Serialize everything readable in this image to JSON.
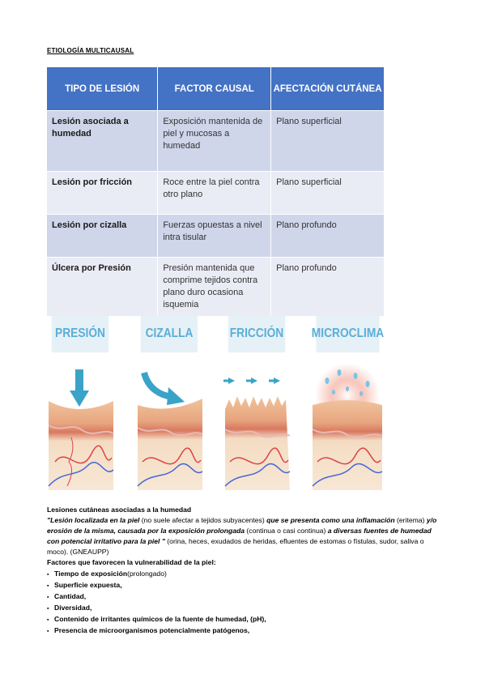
{
  "heading": "ETIOLOGÍA MULTICAUSAL",
  "table": {
    "headers": [
      "TIPO DE LESIÓN",
      "FACTOR CAUSAL",
      "AFECTACIÓN CUTÁNEA"
    ],
    "rows": [
      [
        "Lesión asociada a humedad",
        "Exposición  mantenida de piel y mucosas a humedad",
        "Plano superficial"
      ],
      [
        "Lesión por fricción",
        "Roce entre la piel contra otro plano",
        "Plano superficial"
      ],
      [
        "Lesión por cizalla",
        "Fuerzas opuestas a nivel intra tisular",
        "Plano profundo"
      ],
      [
        "Úlcera por Presión",
        "Presión mantenida que comprime tejidos contra plano duro ocasiona isquemia",
        "Plano profundo"
      ]
    ]
  },
  "illustration_labels": [
    "PRESIÓN",
    "CIZALLA",
    "FRICCIÓN",
    "MICROCLIMA"
  ],
  "colors": {
    "table_header": "#4472c4",
    "row_dark": "#cfd6ea",
    "row_light": "#e9ecf5",
    "label_bg": "#e6f1f7",
    "label_text": "#5aaed8",
    "arrow": "#3aa3c8",
    "skin": "#e7a57f"
  },
  "body": {
    "subtitle": "Lesiones cutáneas asociadas a la humedad",
    "quote_1": "\"Lesión localizada en la piel",
    "paren_1": " (no suele afectar a tejidos subyacentes) ",
    "quote_2": "que se presenta como una inflamación",
    "paren_2": " (eritema) ",
    "quote_3": "y/o erosión de la misma, causada por la exposición prolongada",
    "paren_3": " (continua o casi continua) ",
    "quote_4": "a diversas fuentes de humedad con potencial irritativo para la piel \"",
    "paren_4": " (orina, heces, exudados de heridas, efluentes de estomas o fístulas, sudor, saliva o moco). (GNEAUPP)",
    "factors_title": "Factores que favorecen la vulnerabilidad de la piel:",
    "factors": [
      "Tiempo de exposición",
      "Superficie expuesta,",
      "Cantidad,",
      "Diversidad,",
      "Contenido de irritantes químicos de la fuente de humedad, (pH),",
      "Presencia de microorganismos potencialmente patógenos,"
    ],
    "factor_1_suffix": "(prolongado)"
  }
}
